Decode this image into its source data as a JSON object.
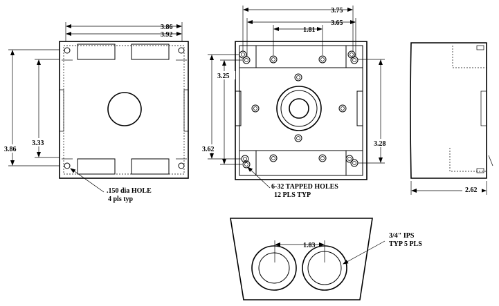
{
  "dims": {
    "front_w_outer": "3.86",
    "front_w_inner": "3.92",
    "front_h_outer": "3.86",
    "front_h_inner": "3.33",
    "top_w_outer": "3.75",
    "top_w_mid": "3.65",
    "top_w_inner": "1.81",
    "top_h_upper": "3.25",
    "top_h_outer": "3.62",
    "top_h_right": "3.28",
    "side_depth": "2.62",
    "bottom_spacing": "1.83"
  },
  "notes": {
    "hole_line1": ".150 dia HOLE",
    "hole_line2": "4 pls typ",
    "tapped_line1": "6-32 TAPPED HOLES",
    "tapped_line2": "12 PLS TYP",
    "ips_line1": "3/4\" IPS",
    "ips_line2": "TYP 5 PLS"
  }
}
